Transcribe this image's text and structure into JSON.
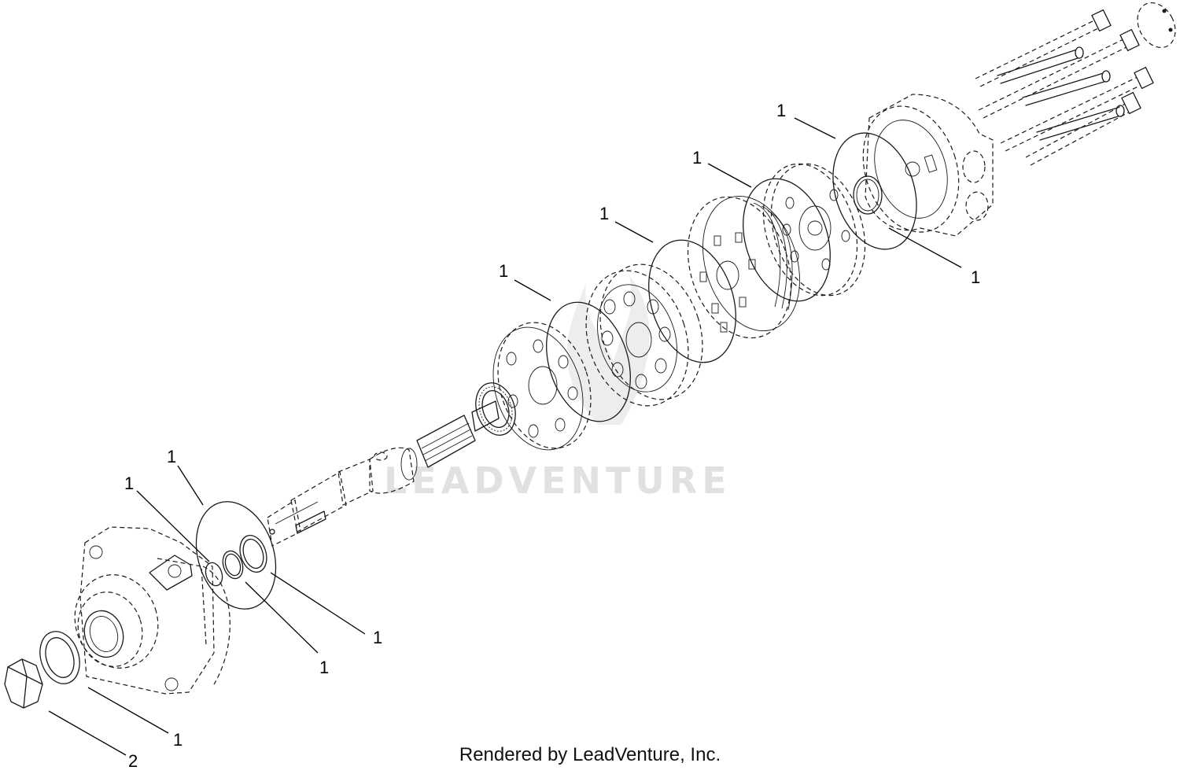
{
  "diagram": {
    "callouts": [
      {
        "id": "c1",
        "text": "1"
      },
      {
        "id": "c2",
        "text": "1"
      },
      {
        "id": "c3",
        "text": "1"
      },
      {
        "id": "c4",
        "text": "1"
      },
      {
        "id": "c5",
        "text": "1"
      },
      {
        "id": "c6",
        "text": "1"
      },
      {
        "id": "c7",
        "text": "1"
      },
      {
        "id": "c8",
        "text": "1"
      },
      {
        "id": "c9",
        "text": "1"
      },
      {
        "id": "c10",
        "text": "1"
      },
      {
        "id": "c11",
        "text": "2"
      }
    ],
    "watermark": "LEADVENTURE",
    "credit": "Rendered by LeadVenture, Inc."
  }
}
